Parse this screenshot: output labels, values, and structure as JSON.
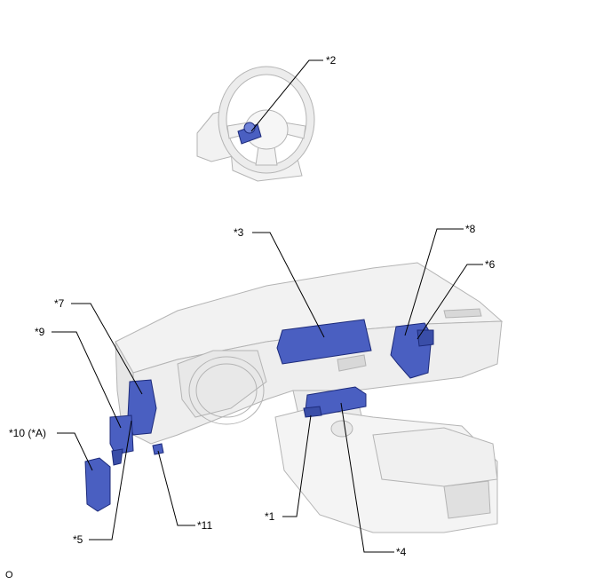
{
  "callouts": {
    "c1": "*1",
    "c2": "*2",
    "c3": "*3",
    "c4": "*4",
    "c5": "*5",
    "c6": "*6",
    "c7": "*7",
    "c8": "*8",
    "c9": "*9",
    "c10": "*10 (*A)",
    "c11": "*11"
  },
  "figure_code": "O",
  "colors": {
    "component_fill": "#4a5fc1",
    "component_stroke": "#1c2a7a",
    "vehicle_fill": "#f2f2f2",
    "vehicle_stroke": "#b4b4b4",
    "leader_line": "#000000"
  }
}
